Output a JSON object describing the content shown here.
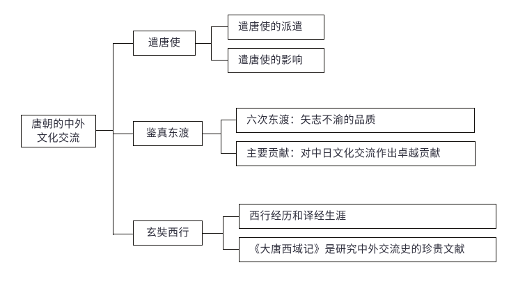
{
  "diagram": {
    "type": "tree-mindmap",
    "orientation": "left-to-right",
    "root": {
      "id": "root",
      "label_line1": "唐朝的中外",
      "label_line2": "文化交流"
    },
    "branches": [
      {
        "id": "branch-qiantangshi",
        "label": "遣唐使",
        "leaves": [
          {
            "id": "leaf-qiantangshi-paiqian",
            "label": "遣唐使的派遣"
          },
          {
            "id": "leaf-qiantangshi-yingxiang",
            "label": "遣唐使的影响"
          }
        ]
      },
      {
        "id": "branch-jianzhen",
        "label": "鉴真东渡",
        "leaves": [
          {
            "id": "leaf-jianzhen-liuci",
            "label": "六次东渡：矢志不渝的品质"
          },
          {
            "id": "leaf-jianzhen-gongxian",
            "label": "主要贡献：对中日文化交流作出卓越贡献"
          }
        ]
      },
      {
        "id": "branch-xuanzang",
        "label": "玄奘西行",
        "leaves": [
          {
            "id": "leaf-xuanzang-jingli",
            "label": "西行经历和译经生涯"
          },
          {
            "id": "leaf-xuanzang-xiyuji",
            "label": "《大唐西域记》是研究中外交流史的珍贵文献"
          }
        ]
      }
    ],
    "colors": {
      "background": "#ffffff",
      "border": "#14110e",
      "text": "#2f2f3d"
    }
  }
}
